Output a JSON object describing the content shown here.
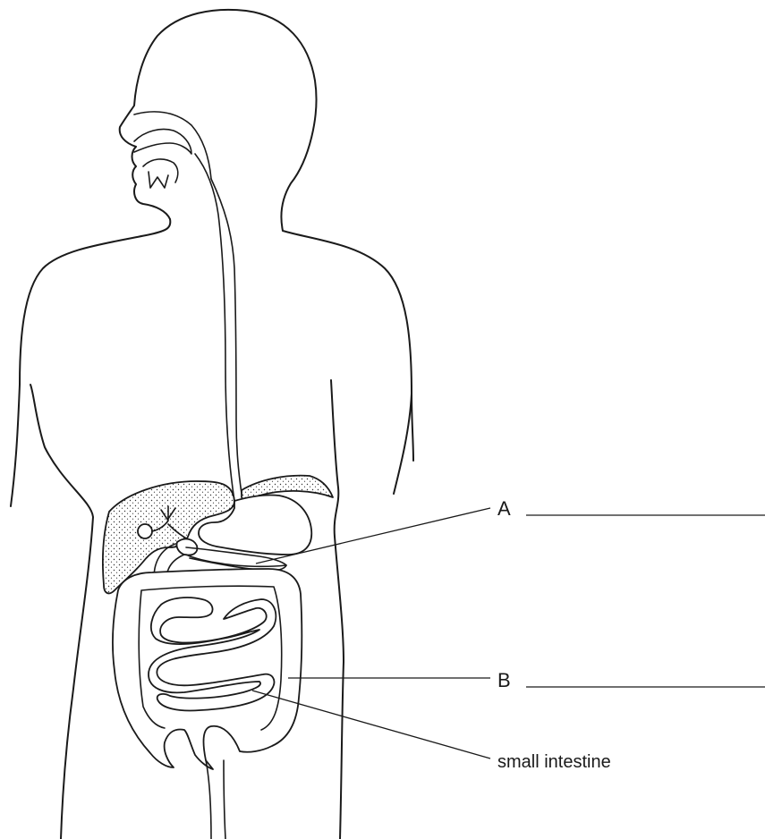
{
  "labels": {
    "a": "A",
    "b": "B",
    "small_intestine": "small intestine"
  },
  "colors": {
    "ink": "#1a1a1a",
    "background": "#ffffff"
  }
}
